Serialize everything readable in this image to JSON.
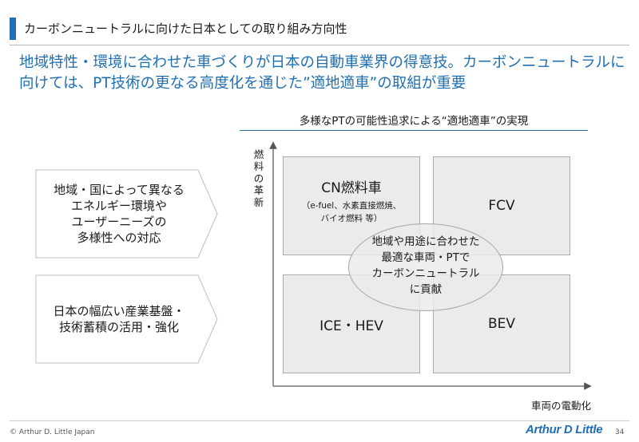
{
  "header": {
    "title": "カーボンニュートラルに向けた日本としての取り組み方向性",
    "accent_color": "#1f6fb2"
  },
  "lead": "地域特性・環境に合わせた車づくりが日本の自動車業界の得意技。カーボンニュートラルに向けては、PT技術の更なる高度化を通じた”適地適車”の取組が重要",
  "concept": {
    "title": "多様なPTの可能性追求による“適地適車”の実現"
  },
  "chevrons": [
    {
      "text": "地域・国によって異なる\nエネルギー環境や\nユーザーニーズの\n多様性への対応"
    },
    {
      "text": "日本の幅広い産業基盤・\n技術蓄積の活用・強化"
    }
  ],
  "matrix": {
    "y_axis_label": "燃料の革新",
    "x_axis_label": "車両の電動化",
    "quadrants": {
      "top_left": {
        "label": "CN燃料車",
        "sub": "（e-fuel、水素直接燃焼、\nバイオ燃料 等）"
      },
      "top_right": {
        "label": "FCV"
      },
      "bottom_left": {
        "label": "ICE・HEV"
      },
      "bottom_right": {
        "label": "BEV"
      }
    },
    "center_text": "地域や用途に合わせた\n最適な車両・PTで\nカーボンニュートラル\nに貢献"
  },
  "footer": {
    "copyright": "© Arthur D. Little Japan",
    "logo": "Arthur D Little",
    "page_number": "34"
  }
}
